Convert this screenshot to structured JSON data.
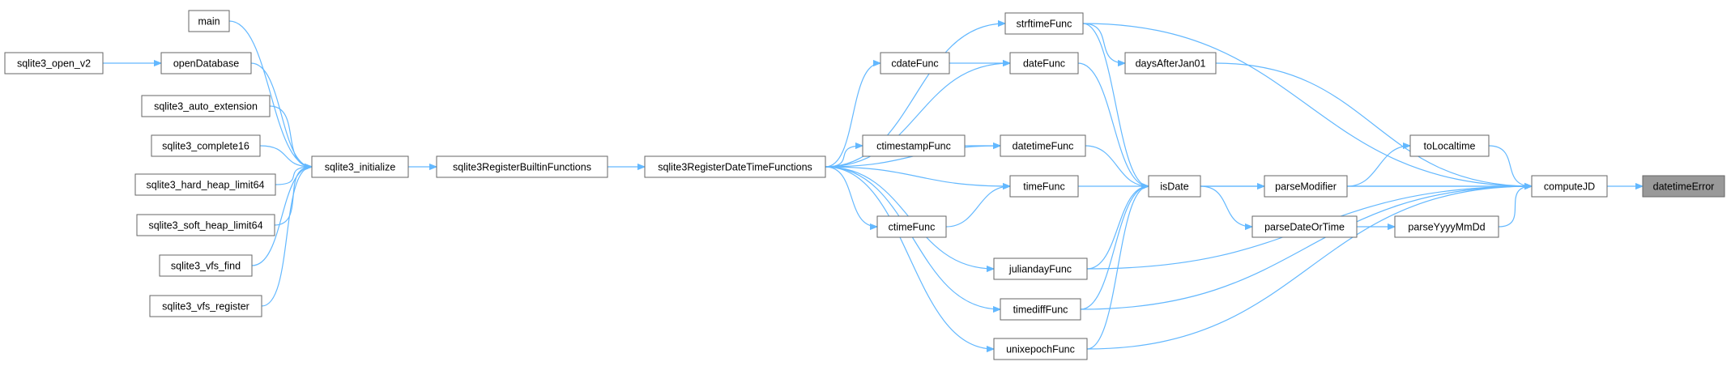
{
  "graph": {
    "edge_color": "#63b8ff",
    "focus_fill": "#999999",
    "nodes": {
      "main": "main",
      "sqlite3_open_v2": "sqlite3_open_v2",
      "openDatabase": "openDatabase",
      "sqlite3_auto_extension": "sqlite3_auto_extension",
      "sqlite3_complete16": "sqlite3_complete16",
      "sqlite3_hard_heap_limit64": "sqlite3_hard_heap_limit64",
      "sqlite3_soft_heap_limit64": "sqlite3_soft_heap_limit64",
      "sqlite3_vfs_find": "sqlite3_vfs_find",
      "sqlite3_vfs_register": "sqlite3_vfs_register",
      "sqlite3_initialize": "sqlite3_initialize",
      "sqlite3RegisterBuiltinFunctions": "sqlite3RegisterBuiltinFunctions",
      "sqlite3RegisterDateTimeFunctions": "sqlite3RegisterDateTimeFunctions",
      "strftimeFunc": "strftimeFunc",
      "dateFunc": "dateFunc",
      "cdateFunc": "cdateFunc",
      "datetimeFunc": "datetimeFunc",
      "ctimestampFunc": "ctimestampFunc",
      "timeFunc": "timeFunc",
      "ctimeFunc": "ctimeFunc",
      "juliandayFunc": "juliandayFunc",
      "timediffFunc": "timediffFunc",
      "unixepochFunc": "unixepochFunc",
      "daysAfterJan01": "daysAfterJan01",
      "isDate": "isDate",
      "parseModifier": "parseModifier",
      "parseDateOrTime": "parseDateOrTime",
      "toLocaltime": "toLocaltime",
      "parseYyyyMmDd": "parseYyyyMmDd",
      "computeJD": "computeJD",
      "datetimeError": "datetimeError"
    }
  }
}
